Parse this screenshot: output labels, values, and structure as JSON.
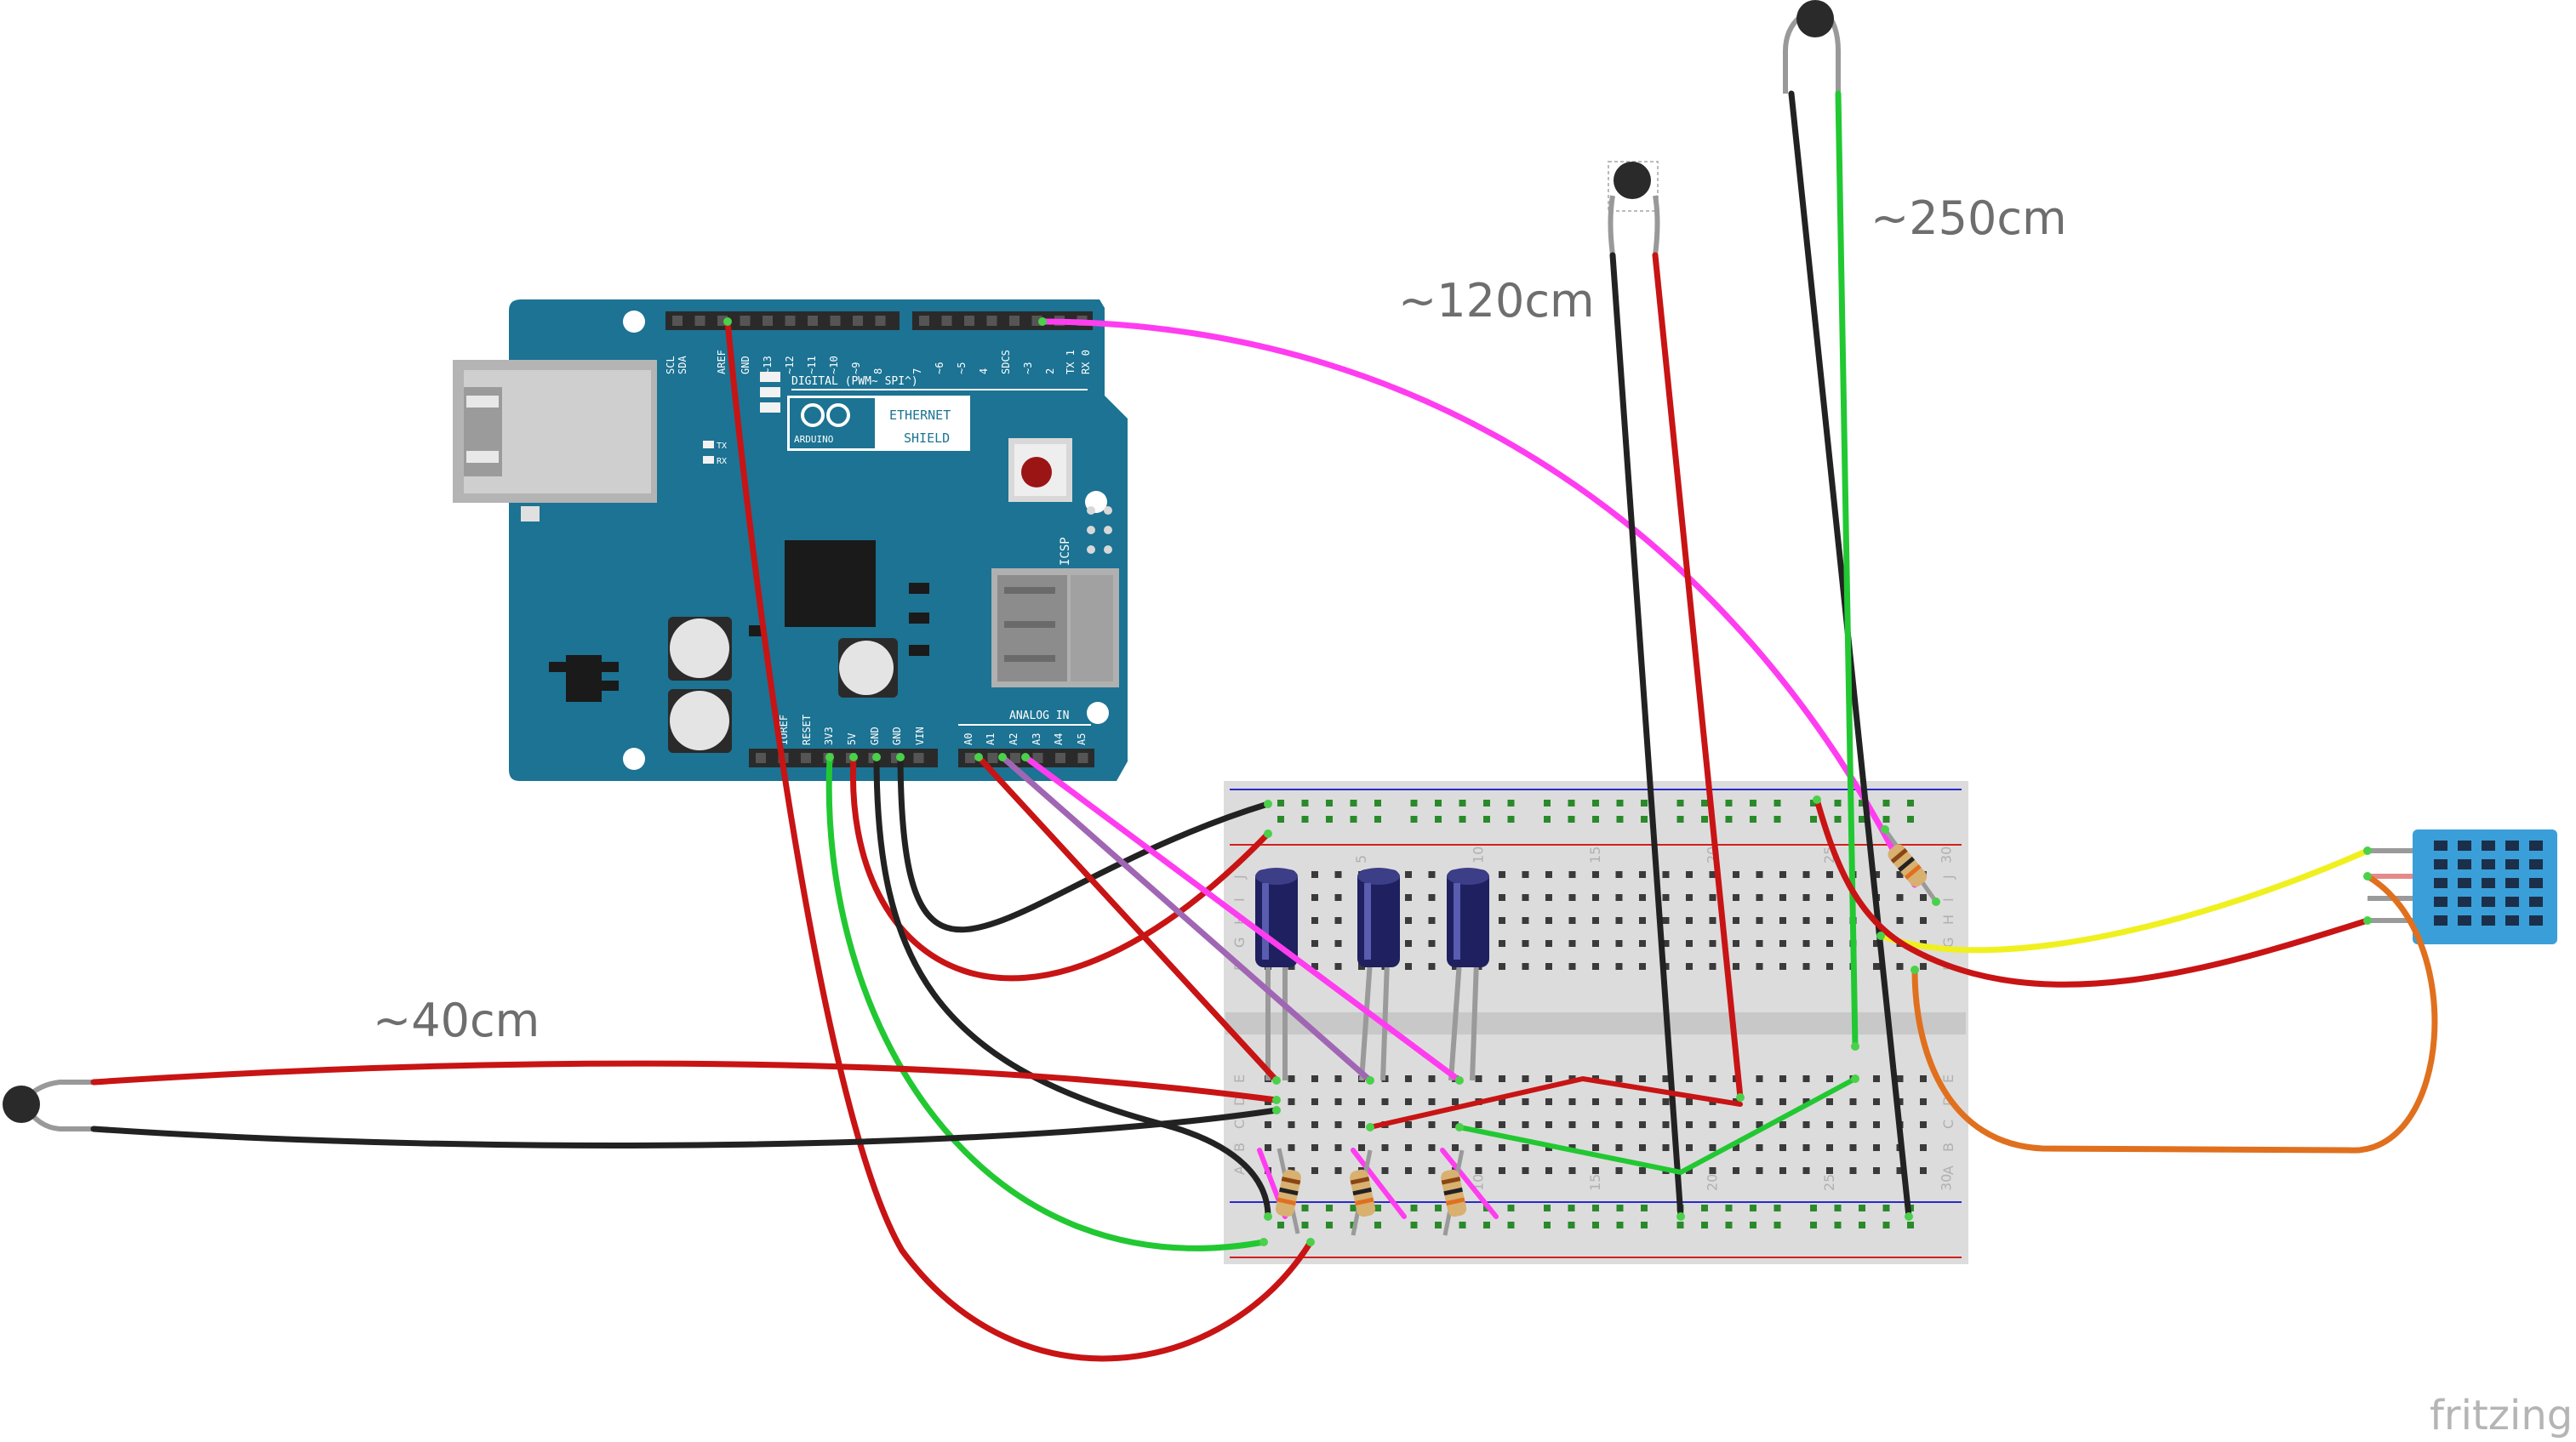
{
  "diagram": {
    "distance_labels": {
      "d40": "~40cm",
      "d120": "~120cm",
      "d250": "~250cm"
    },
    "watermark": "fritzing",
    "shield": {
      "name_line1": "ETHERNET",
      "name_line2": "SHIELD",
      "brand": "ARDUINO",
      "digital_label": "DIGITAL (PWM~ SPI^)",
      "analog_label": "ANALOG IN",
      "icsp_label": "ICSP",
      "top_pins": [
        "SCL",
        "SDA",
        "AREF",
        "GND",
        "~13",
        "~12",
        "~11",
        "~10",
        "~9",
        "8",
        "7",
        "~6",
        "~5",
        "4",
        "SDCS",
        "~3",
        "2",
        "TX 1",
        "RX 0"
      ],
      "power_pins": [
        "IOREF",
        "RESET",
        "3V3",
        "5V",
        "GND",
        "GND",
        "VIN"
      ],
      "analog_pins": [
        "A0",
        "A1",
        "A2",
        "A3",
        "A4",
        "A5"
      ],
      "led_tx": "TX",
      "led_rx": "RX"
    },
    "breadboard": {
      "row_letters_top": [
        "J",
        "I",
        "H",
        "G",
        "F"
      ],
      "row_letters_bottom": [
        "E",
        "D",
        "C",
        "B",
        "A"
      ],
      "column_numbers": [
        "5",
        "10",
        "15",
        "20",
        "25",
        "30"
      ]
    },
    "colors": {
      "pcb": "#1c7393",
      "wire_red": "#c81414",
      "wire_black": "#222222",
      "wire_green": "#22c832",
      "wire_magenta": "#ff3df0",
      "wire_purple": "#a066b4",
      "wire_yellow": "#f0f020",
      "wire_orange": "#e0701e",
      "sensor": "#3a9fd8"
    }
  }
}
